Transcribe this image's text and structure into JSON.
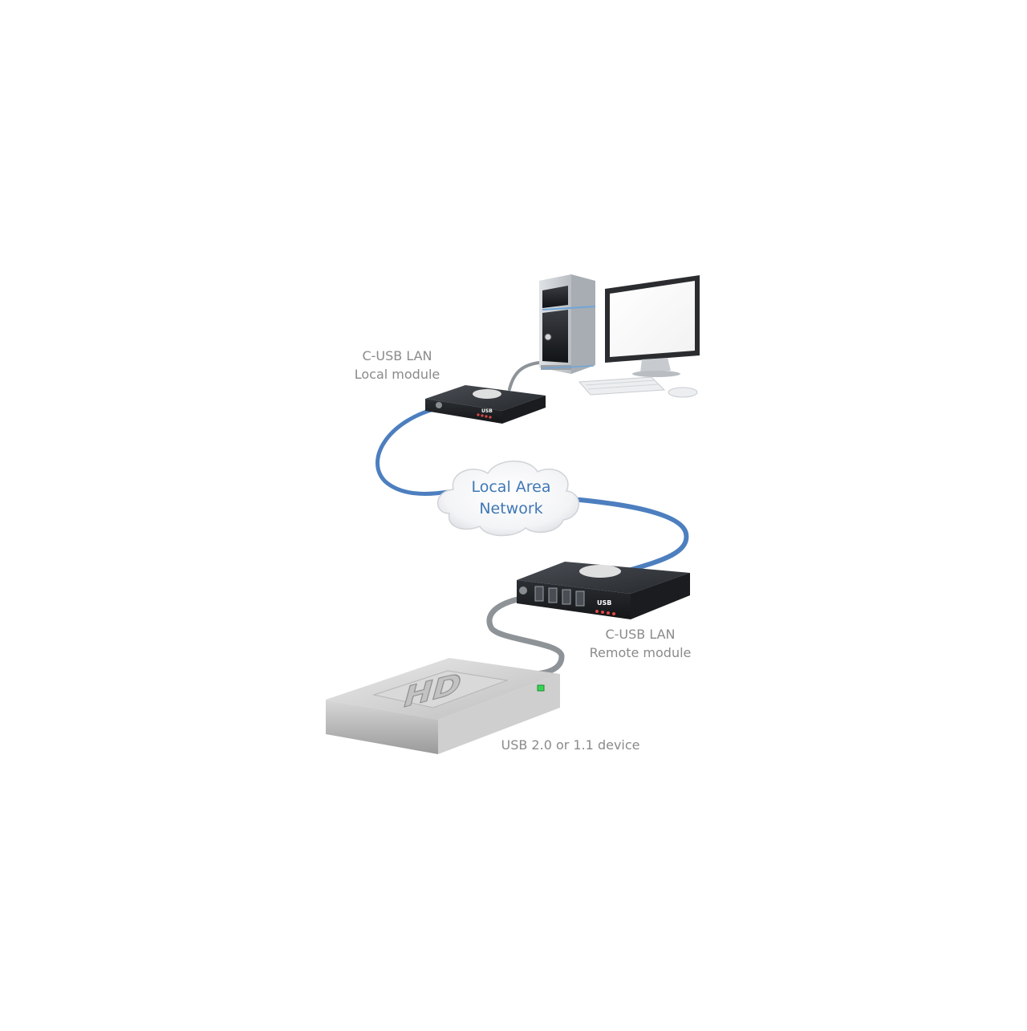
{
  "labels": {
    "local_module_line1": "C-USB LAN",
    "local_module_line2": "Local module",
    "network_line1": "Local Area",
    "network_line2": "Network",
    "remote_module_line1": "C-USB LAN",
    "remote_module_line2": "Remote module",
    "device": "USB 2.0 or 1.1 device"
  },
  "device_logos": {
    "extender_brand": "USB",
    "drive_mark": "HD"
  },
  "colors": {
    "lan_cable": "#4d7fbf",
    "usb_cable": "#8e9398",
    "label_text": "#8a8a8a",
    "network_text": "#3f78b5",
    "module_body": "#2e3135",
    "drive_body": "#c9c9c9",
    "led_green": "#39d353",
    "led_red": "#e04848"
  },
  "icons": [
    "computer-tower-icon",
    "monitor-icon",
    "keyboard-icon",
    "mouse-icon",
    "cloud-icon",
    "usb-extender-icon",
    "hard-drive-icon"
  ]
}
